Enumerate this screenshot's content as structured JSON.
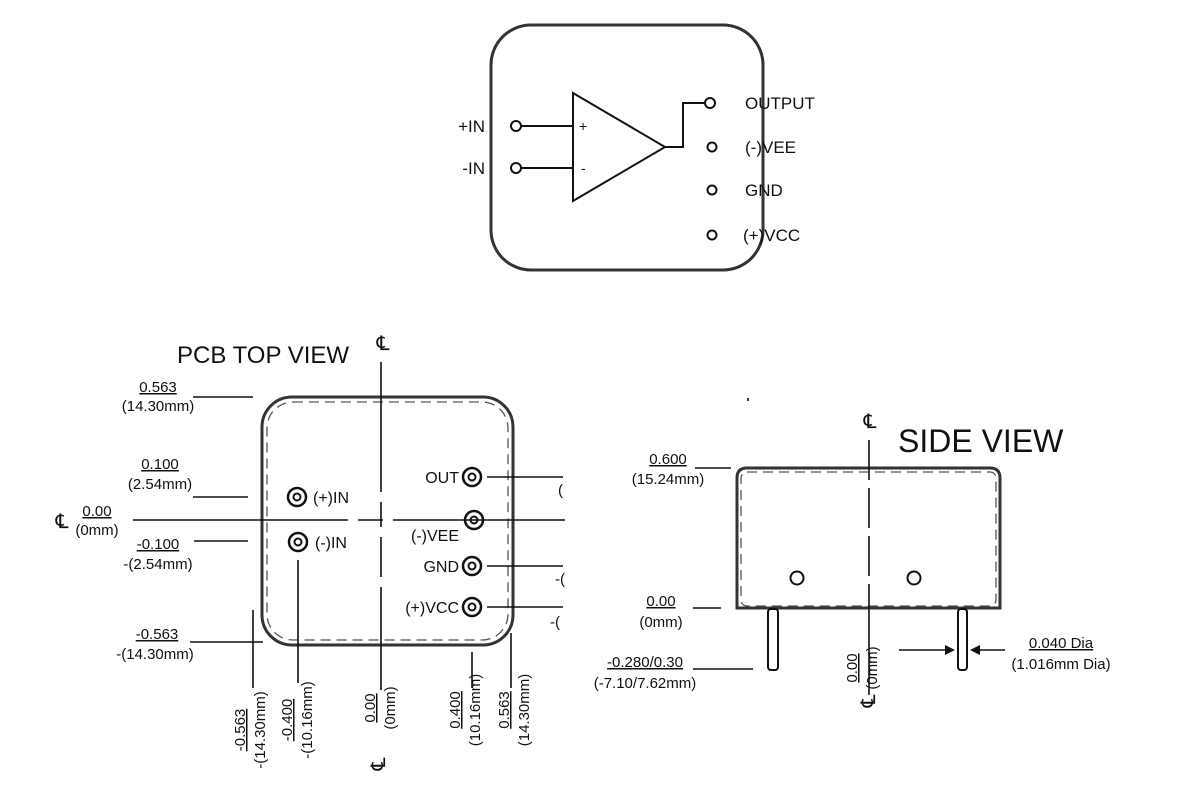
{
  "centerline_symbol": "℄",
  "schematic": {
    "inputs": {
      "plus_in": "+IN",
      "minus_in": "-IN",
      "plus_sign": "+",
      "minus_sign": "-"
    },
    "pins": {
      "output": "OUTPUT",
      "vee": "(-)VEE",
      "gnd": "GND",
      "vcc": "(+)VCC"
    }
  },
  "top_view": {
    "title": "PCB TOP VIEW",
    "pins": {
      "plus_in": "(+)IN",
      "minus_in": "(-)IN",
      "out": "OUT",
      "vee": "(-)VEE",
      "gnd": "GND",
      "vcc": "(+)VCC"
    },
    "left_dims": [
      {
        "inch": "0.563",
        "mm": "(14.30mm)"
      },
      {
        "inch": "0.100",
        "mm": "(2.54mm)"
      },
      {
        "inch": "0.00",
        "mm": "(0mm)"
      },
      {
        "inch": "-0.100",
        "mm": "-(2.54mm)"
      },
      {
        "inch": "-0.563",
        "mm": "-(14.30mm)"
      }
    ],
    "bottom_dims": [
      {
        "inch": "-0.563",
        "mm": "-(14.30mm)"
      },
      {
        "inch": "-0.400",
        "mm": "-(10.16mm)"
      },
      {
        "inch": "0.00",
        "mm": "(0mm)"
      },
      {
        "inch": "0.400",
        "mm": "(10.16mm)"
      },
      {
        "inch": "0.563",
        "mm": "(14.30mm)"
      }
    ],
    "right_cut": [
      "(",
      "-(",
      "-("
    ]
  },
  "side_view": {
    "title": "SIDE VIEW",
    "dims": {
      "top": {
        "inch": "0.600",
        "mm": "(15.24mm)"
      },
      "base": {
        "inch": "0.00",
        "mm": "(0mm)"
      },
      "pin_length": {
        "inch": "-0.280/0.30",
        "mm": "(-7.10/7.62mm)"
      },
      "center": {
        "inch": "0.00",
        "mm": "(0mm)"
      },
      "pin_dia": {
        "inch": "0.040 Dia",
        "mm": "(1.016mm Dia)"
      }
    }
  }
}
